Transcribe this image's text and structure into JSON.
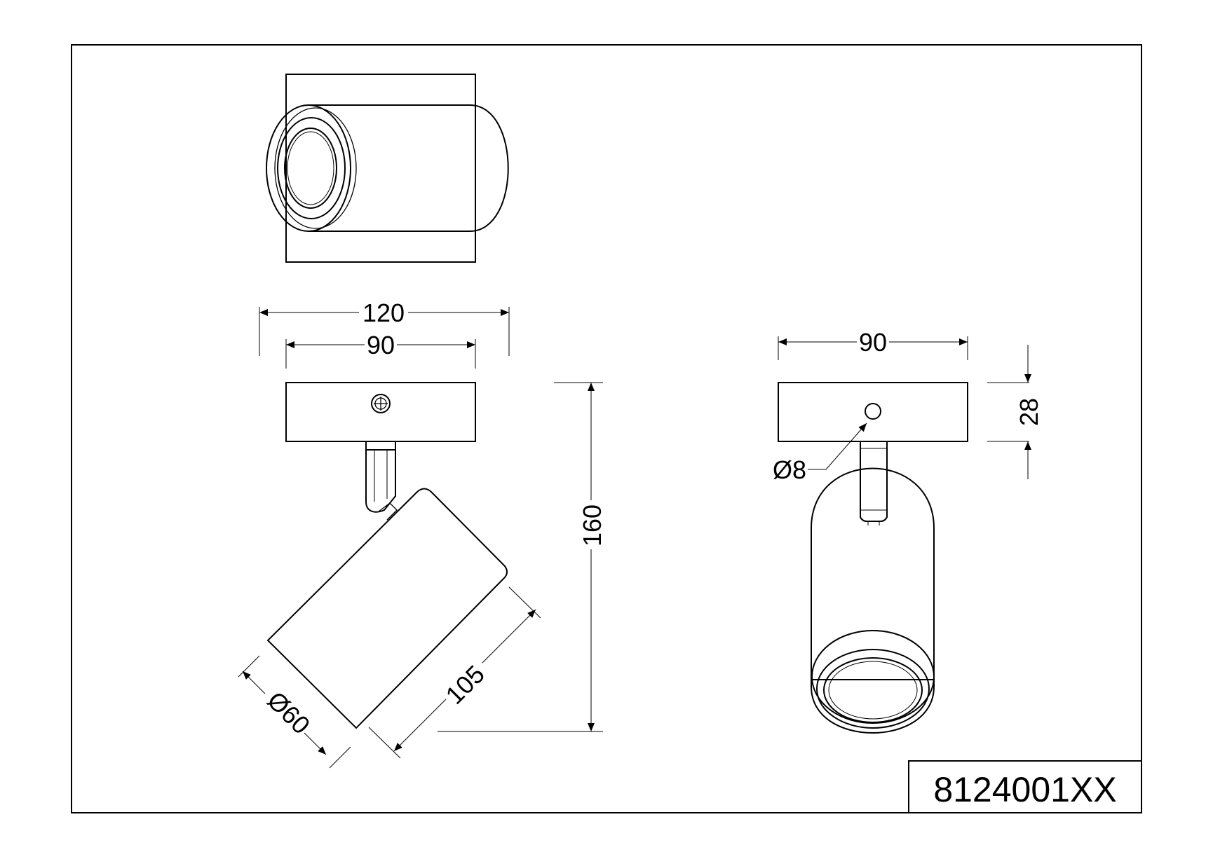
{
  "drawing": {
    "part_number": "8124001XX",
    "dimensions": {
      "total_width": "120",
      "base_width_side": "90",
      "base_width_front": "90",
      "total_height": "160",
      "head_length": "105",
      "head_diameter": "Ø60",
      "base_height": "28",
      "cable_hole": "Ø8"
    }
  }
}
